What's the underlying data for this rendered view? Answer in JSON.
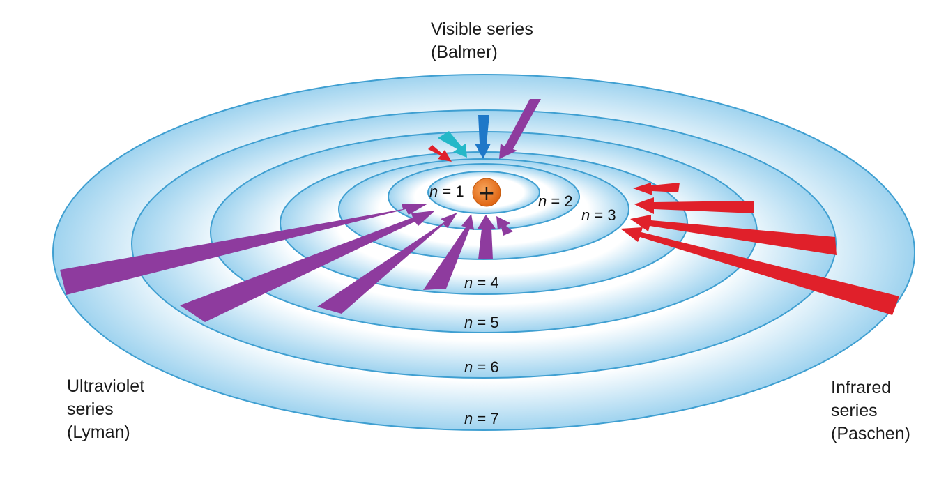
{
  "diagram": {
    "nucleus_symbol": "+",
    "levels": [
      {
        "n": "1",
        "label": "n = 1"
      },
      {
        "n": "2",
        "label": "n = 2"
      },
      {
        "n": "3",
        "label": "n = 3"
      },
      {
        "n": "4",
        "label": "n = 4"
      },
      {
        "n": "5",
        "label": "n = 5"
      },
      {
        "n": "6",
        "label": "n = 6"
      },
      {
        "n": "7",
        "label": "n = 7"
      }
    ],
    "series": {
      "balmer": {
        "line1": "Visible series",
        "line2": "(Balmer)"
      },
      "lyman": {
        "line1": "Ultraviolet",
        "line2": "series",
        "line3": "(Lyman)"
      },
      "paschen": {
        "line1": "Infrared",
        "line2": "series",
        "line3": "(Paschen)"
      }
    },
    "colors": {
      "orbit_fill": "#ffffff",
      "orbit_edge": "#9fd3ef",
      "orbit_stroke": "#3f9fd1",
      "lyman": "#8e3b9e",
      "balmer_red": "#e0202a",
      "balmer_cyan": "#24b8c8",
      "balmer_blue": "#1f78c8",
      "balmer_violet": "#8e3b9e",
      "paschen": "#e0202a",
      "nucleus": "#ec7b22"
    }
  }
}
